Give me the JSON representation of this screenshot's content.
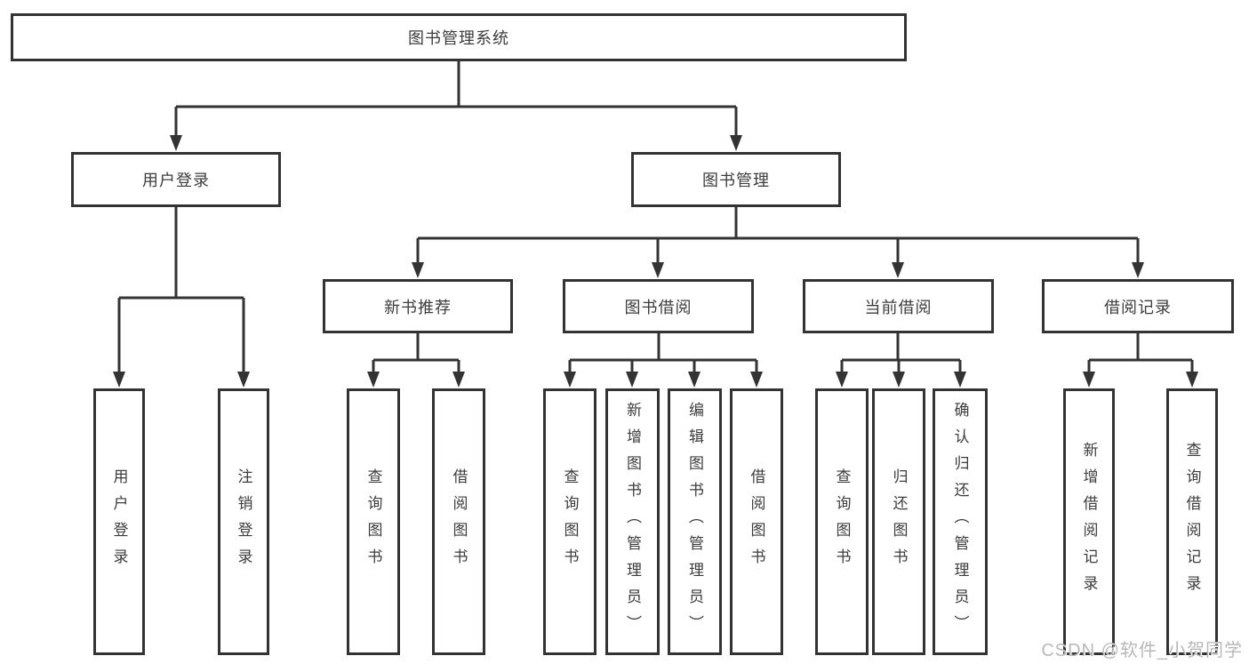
{
  "root": {
    "label": "图书管理系统"
  },
  "branches": [
    {
      "label": "用户登录",
      "children": [
        {
          "label": "用户登录"
        },
        {
          "label": "注销登录"
        }
      ]
    },
    {
      "label": "图书管理",
      "children": [
        {
          "label": "新书推荐",
          "children": [
            {
              "label": "查询图书"
            },
            {
              "label": "借阅图书"
            }
          ]
        },
        {
          "label": "图书借阅",
          "children": [
            {
              "label": "查询图书"
            },
            {
              "label": "新增图书（管理员）"
            },
            {
              "label": "编辑图书（管理员）"
            },
            {
              "label": "借阅图书"
            }
          ]
        },
        {
          "label": "当前借阅",
          "children": [
            {
              "label": "查询图书"
            },
            {
              "label": "归还图书"
            },
            {
              "label": "确认归还（管理员）"
            }
          ]
        },
        {
          "label": "借阅记录",
          "children": [
            {
              "label": "新增借阅记录"
            },
            {
              "label": "查询借阅记录"
            }
          ]
        }
      ]
    }
  ],
  "watermark": "CSDN @软件_小贺同学",
  "colors": {
    "line": "#333333",
    "box_border": "#333333",
    "box_background": "#ffffff",
    "text": "#3c3c3c",
    "watermark": "#b8b8b8",
    "page_background": "#ffffff"
  }
}
